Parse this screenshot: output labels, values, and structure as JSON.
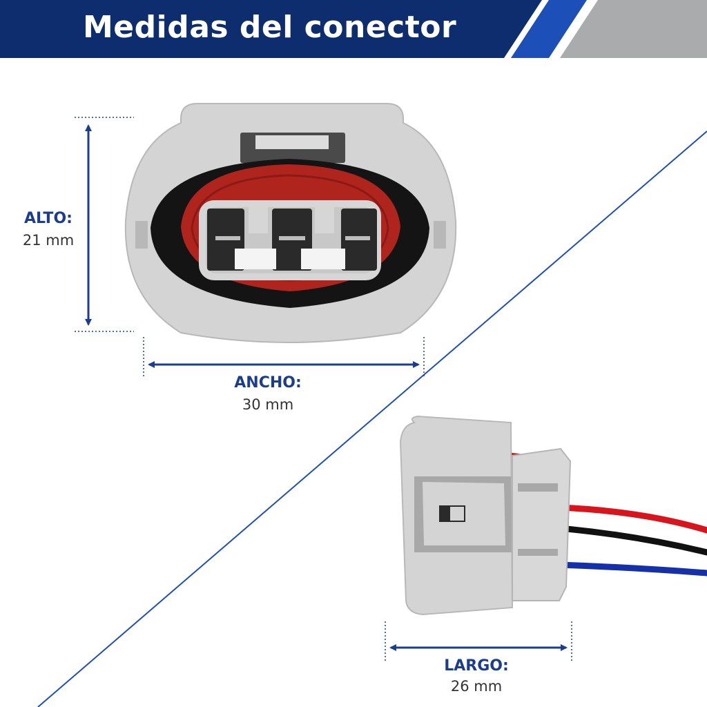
{
  "header": {
    "title": "Medidas del conector",
    "colors": {
      "bar": "#0d2d6e",
      "stripe": "#1d4fb8",
      "gray": "#a9abad"
    }
  },
  "dimensions": {
    "alto": {
      "label": "ALTO:",
      "value": "21 mm"
    },
    "ancho": {
      "label": "ANCHO:",
      "value": "30 mm"
    },
    "largo": {
      "label": "LARGO:",
      "value": "26 mm"
    }
  },
  "colors": {
    "dimension_line": "#1a3d8f",
    "connector_body": "#d3d3d3",
    "seal": "#b0241e",
    "wire_red": "#d8141c",
    "wire_black": "#111111",
    "wire_blue": "#1530a8"
  }
}
